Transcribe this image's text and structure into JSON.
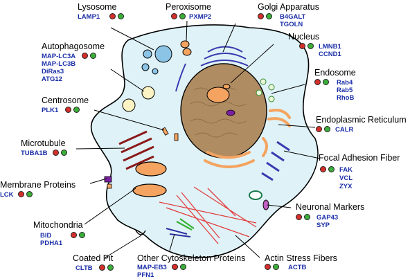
{
  "colors": {
    "red_dot": "#d4302b",
    "green_dot": "#3cae3a",
    "marker_text": "#1a2ea8",
    "cytoplasm": "#dff2f7",
    "nucleus": "#b08c62",
    "lysosome": "#8cc4e6"
  },
  "labels": [
    {
      "id": "lysosome",
      "title": "Lysosome",
      "markers": [
        "LAMP1"
      ]
    },
    {
      "id": "peroxisome",
      "title": "Peroxisome",
      "markers": [
        "PXMP2"
      ]
    },
    {
      "id": "golgi",
      "title": "Golgi Apparatus",
      "markers": [
        "B4GALT",
        "TGOLN"
      ]
    },
    {
      "id": "autophagosome",
      "title": "Autophagosome",
      "markers": [
        "MAP-LC3A",
        "MAP-LC3B",
        "DiRas3",
        "ATG12"
      ]
    },
    {
      "id": "nucleus",
      "title": "Nucleus",
      "markers": [
        "LMNB1",
        "CCND1"
      ]
    },
    {
      "id": "endosome",
      "title": "Endosome",
      "markers": [
        "Rab4",
        "Rab5",
        "RhoB"
      ]
    },
    {
      "id": "centrosome",
      "title": "Centrosome",
      "markers": [
        "PLK1"
      ]
    },
    {
      "id": "er",
      "title": "Endoplasmic Reticulum",
      "markers": [
        "CALR"
      ]
    },
    {
      "id": "microtubule",
      "title": "Microtubule",
      "markers": [
        "TUBA1B"
      ]
    },
    {
      "id": "focal-adhesion",
      "title": "Focal Adhesion Fiber",
      "markers": [
        "FAK",
        "VCL",
        "ZYX"
      ]
    },
    {
      "id": "membrane-proteins",
      "title": "Membrane Proteins",
      "markers": [
        "LCK"
      ]
    },
    {
      "id": "neuronal-markers",
      "title": "Neuronal Markers",
      "markers": [
        "GAP43",
        "SYP"
      ]
    },
    {
      "id": "mitochondria",
      "title": "Mitochondria",
      "markers": [
        "BID",
        "PDHA1"
      ]
    },
    {
      "id": "coated-pit",
      "title": "Coated Pit",
      "markers": [
        "CLTB"
      ]
    },
    {
      "id": "other-cytoskeleton",
      "title": "Other Cytoskeleton Proteins",
      "markers": [
        "MAP-EB3",
        "PFN1"
      ]
    },
    {
      "id": "actin-stress-fibers",
      "title": "Actin Stress Fibers",
      "markers": [
        "ACTB"
      ]
    }
  ]
}
